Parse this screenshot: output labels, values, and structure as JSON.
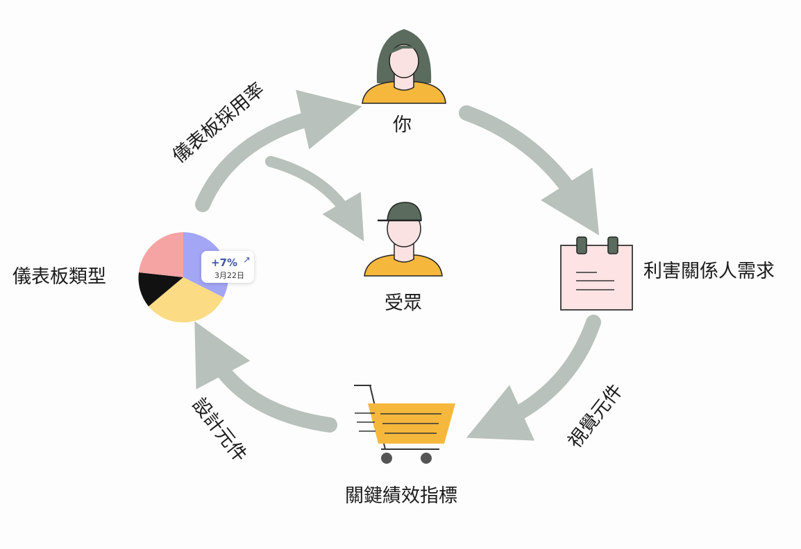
{
  "nodes": {
    "you": "你",
    "audience": "受眾",
    "stakeholder_needs": "利害關係人需求",
    "kpis": "關鍵績效指標",
    "dashboard_types": "儀表板類型"
  },
  "edges": {
    "visual_components": "視覺元件",
    "design_components": "設計元件",
    "dashboard_adoption": "儀表板採用率"
  },
  "badge": {
    "value": "+7%",
    "trend_icon": "trend-up-icon",
    "date": "3月22日"
  },
  "colors": {
    "arrow": "#b8c1bb",
    "person_shirt": "#f5b83d",
    "person_hair": "#5b6b5e",
    "pie_red": "#f6a3a3",
    "pie_blue": "#a3a6f5",
    "pie_yellow": "#fbdc84",
    "pie_black": "#111111",
    "cart": "#f5b83d",
    "calendar": "#fde3e4"
  }
}
